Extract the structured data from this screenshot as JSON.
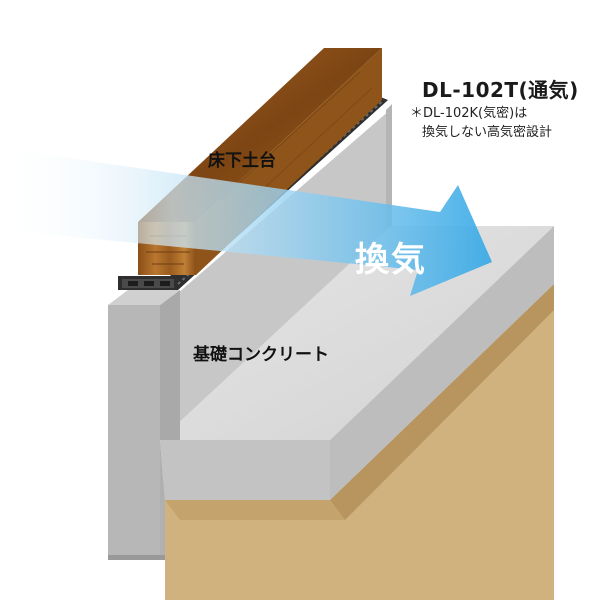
{
  "product": {
    "title": "DL-102T(通気)",
    "note_line1": "＊DL-102K(気密)は",
    "note_line2": "換気しない高気密設計"
  },
  "labels": {
    "sill": "床下土台",
    "ventilation": "換気",
    "foundation": "基礎コンクリート"
  },
  "colors": {
    "wood": "#a0621f",
    "wood_dark": "#6e3f12",
    "concrete_light": "#dcdcdc",
    "concrete_mid": "#c9c9c9",
    "concrete_dark": "#b3b3b3",
    "soil": "#cfb27e",
    "soil_dark": "#b8955e",
    "vent_member": "#2e2e2e",
    "arrow_start": "#ffffff",
    "arrow_end": "#38a9e6"
  },
  "icons": {
    "ventilation_arrow": "arrow-right"
  }
}
